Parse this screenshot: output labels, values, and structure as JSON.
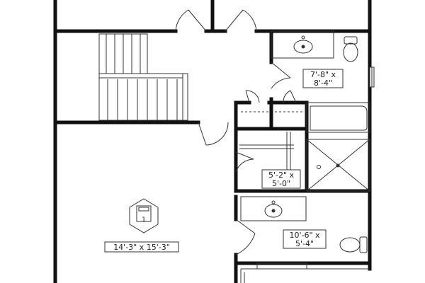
{
  "rooms": {
    "bathroom_upper": {
      "line1": "7'-8\" x",
      "line2": "8'-4\""
    },
    "walk_in_closet": {
      "line1": "5'-2\" x",
      "line2": "5'-0\""
    },
    "bedroom": {
      "size": "14'-3\" x 15'-3\"",
      "icon_number": "1"
    },
    "bathroom_lower": {
      "line1": "10'-6\" x",
      "line2": "5'-4\""
    }
  },
  "colors": {
    "wall": "#111111",
    "line": "#333333",
    "fixture": "#555555"
  }
}
